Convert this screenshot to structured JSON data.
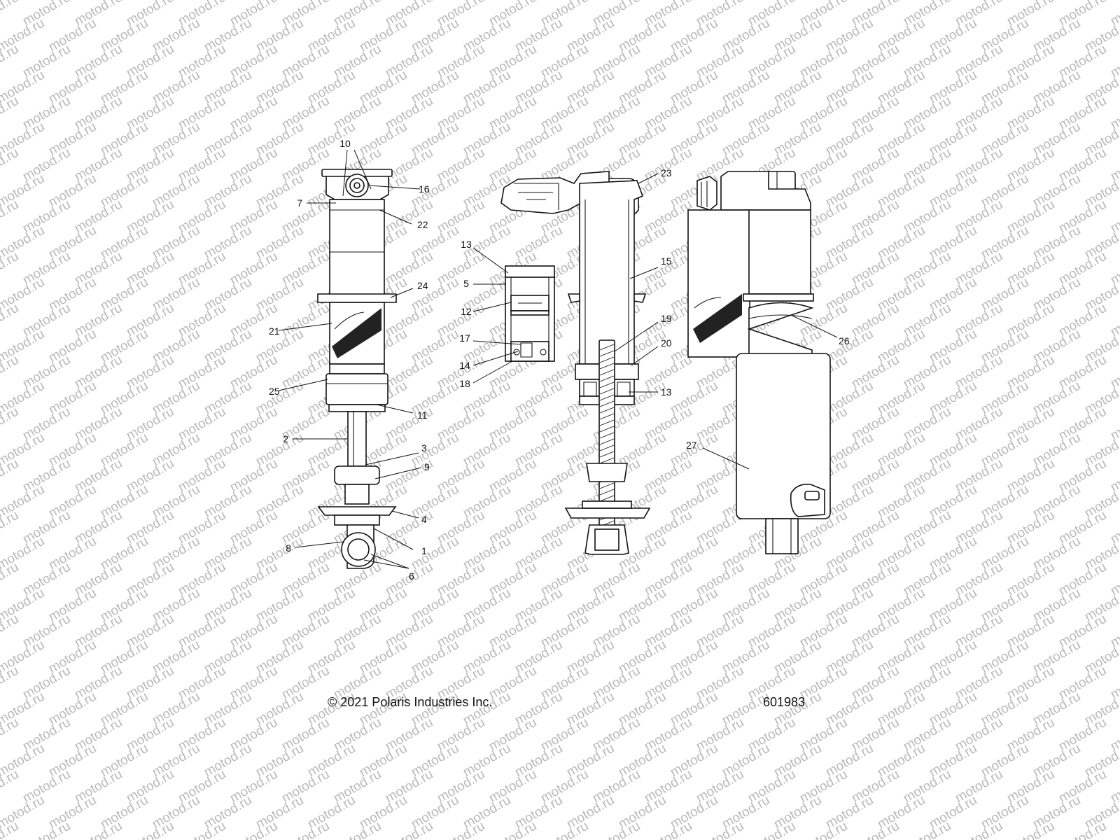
{
  "watermark": {
    "text": "motod.ru"
  },
  "callouts": {
    "c1": "1",
    "c2": "2",
    "c3": "3",
    "c4": "4",
    "c5": "5",
    "c6": "6",
    "c7": "7",
    "c8": "8",
    "c9": "9",
    "c10": "10",
    "c11": "11",
    "c12": "12",
    "c13": "13",
    "c14": "14",
    "c15": "15",
    "c16": "16",
    "c17": "17",
    "c18": "18",
    "c19": "19",
    "c20": "20",
    "c21": "21",
    "c22": "22",
    "c23": "23",
    "c24": "24",
    "c25": "25",
    "c26": "26",
    "c27": "27"
  },
  "footer": {
    "copyright": "© 2021 Polaris Industries Inc.",
    "diagram_number": "601983"
  }
}
